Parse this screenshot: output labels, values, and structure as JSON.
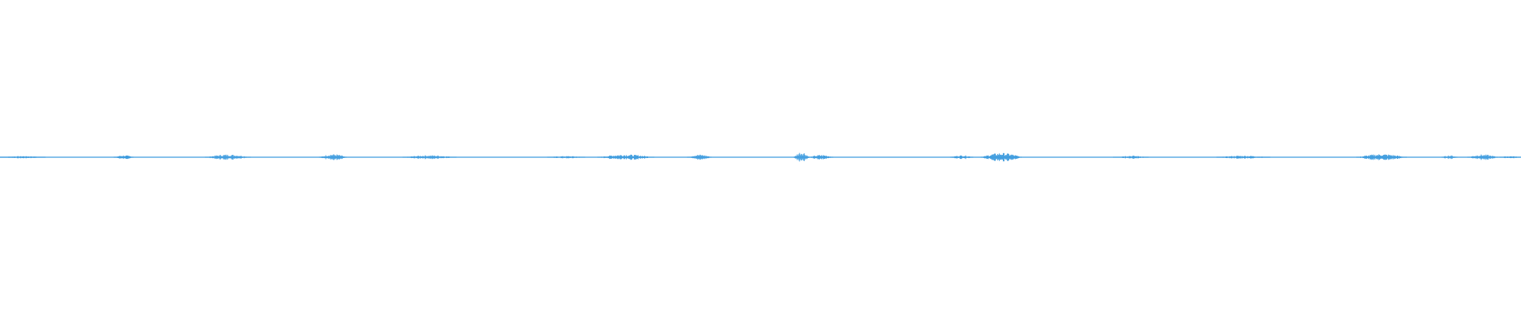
{
  "waveform": {
    "color": "#3d9bde",
    "background": "#ffffff",
    "duration_units": 1000,
    "baseline_level": 0.5,
    "segments": [
      {
        "start": 0,
        "end": 30,
        "amp": 0.15
      },
      {
        "start": 75,
        "end": 88,
        "amp": 0.25
      },
      {
        "start": 135,
        "end": 165,
        "amp": 0.35
      },
      {
        "start": 210,
        "end": 228,
        "amp": 0.4
      },
      {
        "start": 265,
        "end": 300,
        "amp": 0.25
      },
      {
        "start": 360,
        "end": 385,
        "amp": 0.15
      },
      {
        "start": 393,
        "end": 430,
        "amp": 0.35
      },
      {
        "start": 452,
        "end": 468,
        "amp": 0.35
      },
      {
        "start": 522,
        "end": 532,
        "amp": 0.7
      },
      {
        "start": 532,
        "end": 548,
        "amp": 0.3
      },
      {
        "start": 625,
        "end": 640,
        "amp": 0.25
      },
      {
        "start": 645,
        "end": 672,
        "amp": 0.55
      },
      {
        "start": 732,
        "end": 755,
        "amp": 0.2
      },
      {
        "start": 800,
        "end": 835,
        "amp": 0.2
      },
      {
        "start": 892,
        "end": 925,
        "amp": 0.4
      },
      {
        "start": 948,
        "end": 958,
        "amp": 0.25
      },
      {
        "start": 965,
        "end": 985,
        "amp": 0.35
      },
      {
        "start": 986,
        "end": 1000,
        "amp": 0.15
      }
    ]
  }
}
